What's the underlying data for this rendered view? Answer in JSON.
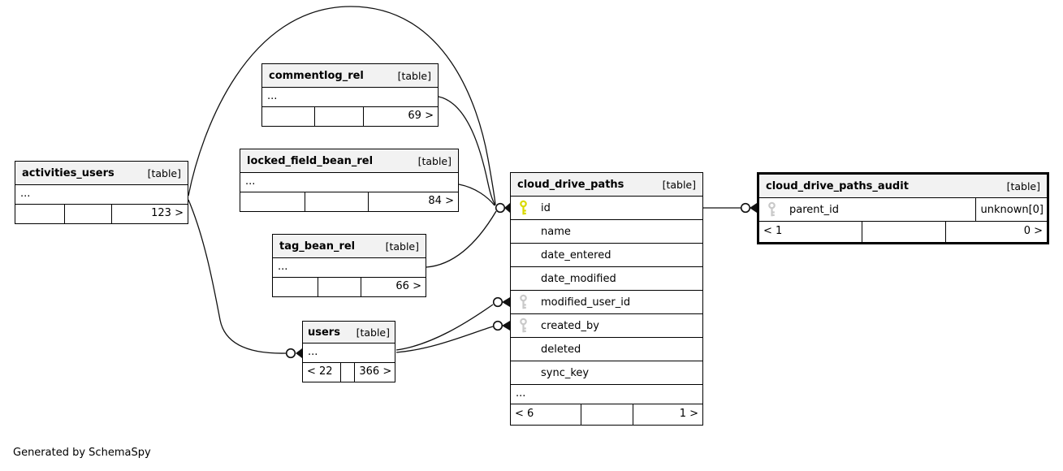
{
  "diagram": {
    "credit": "Generated by SchemaSpy"
  },
  "colors": {
    "header_bg": "#f2f2f2",
    "line": "#111111",
    "key_primary": "#d9d900",
    "key_foreign": "#c9c9c9"
  },
  "tables": {
    "activities_users": {
      "name": "activities_users",
      "type_label": "[table]",
      "ellipsis": "...",
      "footer": [
        "",
        "",
        "123 >"
      ]
    },
    "commentlog_rel": {
      "name": "commentlog_rel",
      "type_label": "[table]",
      "ellipsis": "...",
      "footer": [
        "",
        "",
        "69 >"
      ]
    },
    "locked_field_bean_rel": {
      "name": "locked_field_bean_rel",
      "type_label": "[table]",
      "ellipsis": "...",
      "footer": [
        "",
        "",
        "84 >"
      ]
    },
    "tag_bean_rel": {
      "name": "tag_bean_rel",
      "type_label": "[table]",
      "ellipsis": "...",
      "footer": [
        "",
        "",
        "66 >"
      ]
    },
    "users": {
      "name": "users",
      "type_label": "[table]",
      "ellipsis": "...",
      "footer": [
        "< 22",
        "",
        "366 >"
      ]
    },
    "cloud_drive_paths": {
      "name": "cloud_drive_paths",
      "type_label": "[table]",
      "ellipsis": "...",
      "columns": [
        {
          "name": "id",
          "key": "primary"
        },
        {
          "name": "name",
          "key": ""
        },
        {
          "name": "date_entered",
          "key": ""
        },
        {
          "name": "date_modified",
          "key": ""
        },
        {
          "name": "modified_user_id",
          "key": "foreign"
        },
        {
          "name": "created_by",
          "key": "foreign"
        },
        {
          "name": "deleted",
          "key": ""
        },
        {
          "name": "sync_key",
          "key": ""
        }
      ],
      "footer": [
        "< 6",
        "",
        "1 >"
      ]
    },
    "cloud_drive_paths_audit": {
      "name": "cloud_drive_paths_audit",
      "type_label": "[table]",
      "columns": [
        {
          "name": "parent_id",
          "key": "foreign",
          "type": "unknown[0]"
        }
      ],
      "footer": [
        "< 1",
        "",
        "0 >"
      ]
    }
  }
}
